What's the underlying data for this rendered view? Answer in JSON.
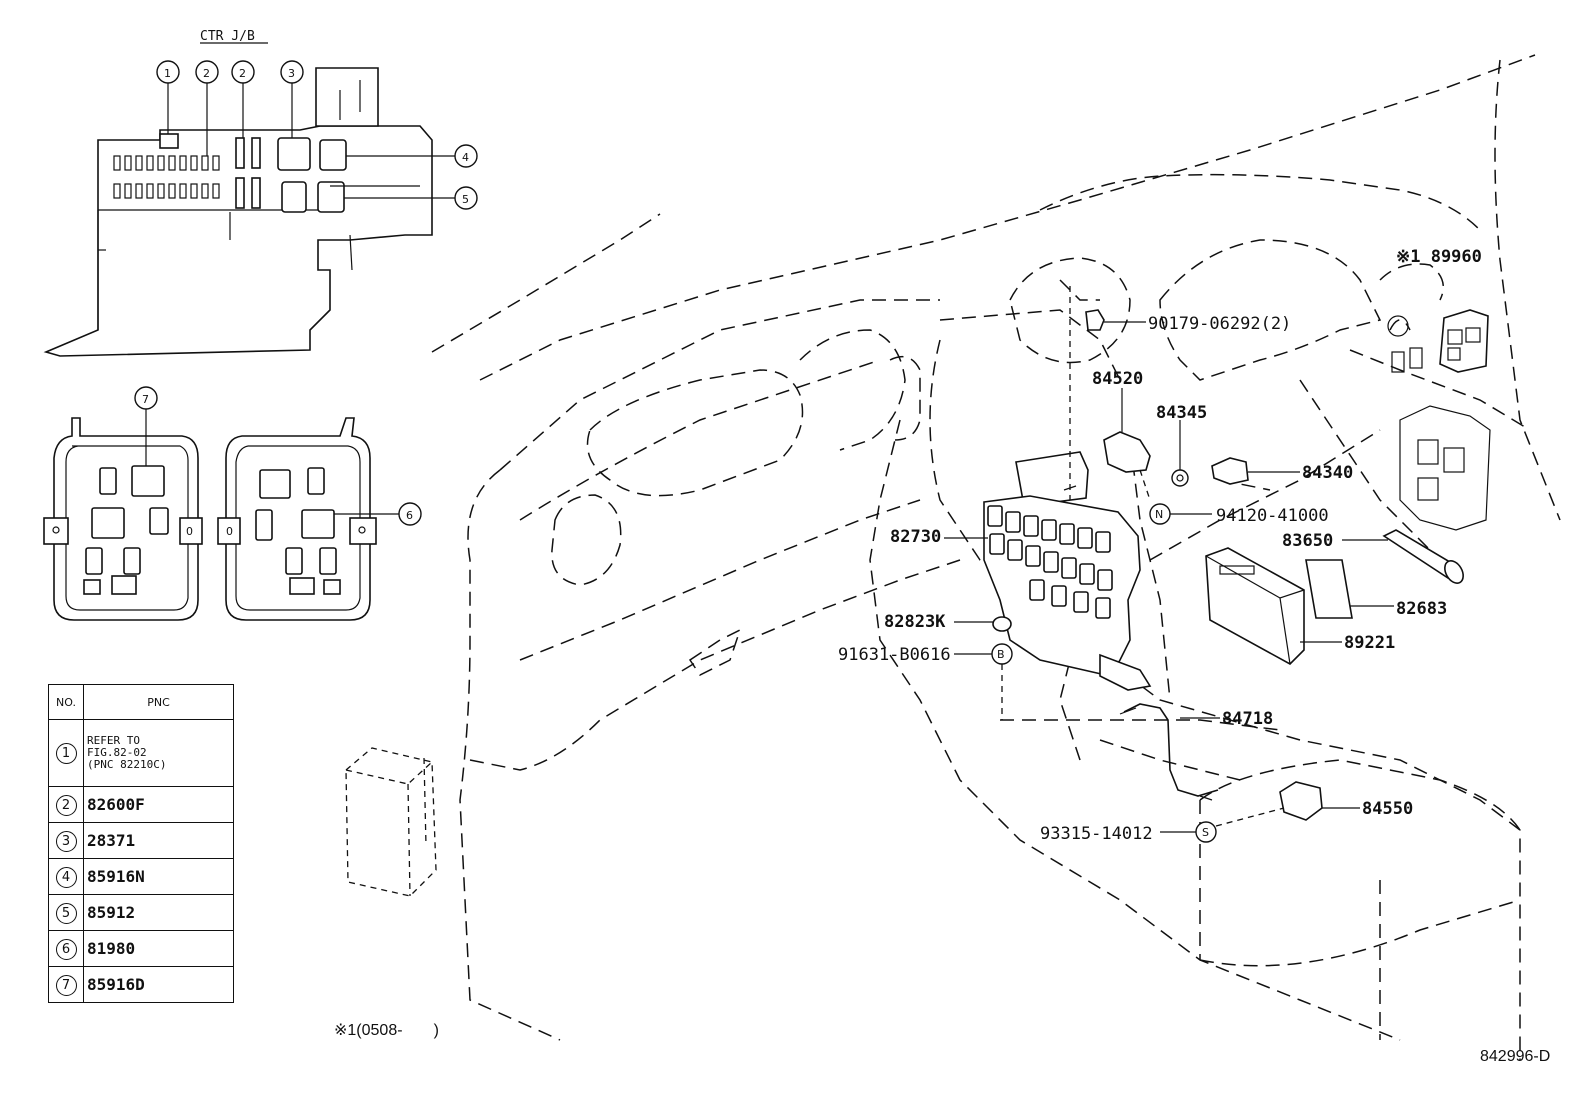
{
  "inset": {
    "title": "CTR J/B",
    "callouts": [
      "1",
      "2",
      "2",
      "3",
      "4",
      "5",
      "7",
      "6"
    ]
  },
  "table": {
    "headers": {
      "no": "NO.",
      "pnc": "PNC"
    },
    "rows": [
      {
        "no": "1",
        "note": "REFER TO\nFIG.82-02\n(PNC 82210C)"
      },
      {
        "no": "2",
        "value": "82600F"
      },
      {
        "no": "3",
        "value": "28371"
      },
      {
        "no": "4",
        "value": "85916N"
      },
      {
        "no": "5",
        "value": "85912"
      },
      {
        "no": "6",
        "value": "81980"
      },
      {
        "no": "7",
        "value": "85916D"
      }
    ]
  },
  "parts": {
    "p189960": "※1 89960",
    "p90179": "90179-06292(2)",
    "p84520": "84520",
    "p84345": "84345",
    "p84340": "84340",
    "p94120": "94120-41000",
    "p82730": "82730",
    "p83650": "83650",
    "p82683": "82683",
    "p82823k": "82823K",
    "p89221": "89221",
    "p91631": "91631-B0616",
    "p84718": "84718",
    "p84550": "84550",
    "p93315": "93315-14012"
  },
  "symbols": {
    "n": "N",
    "b": "B",
    "s": "S"
  },
  "footnote": "※1(0508-       )",
  "diagram_code": "842996-D"
}
